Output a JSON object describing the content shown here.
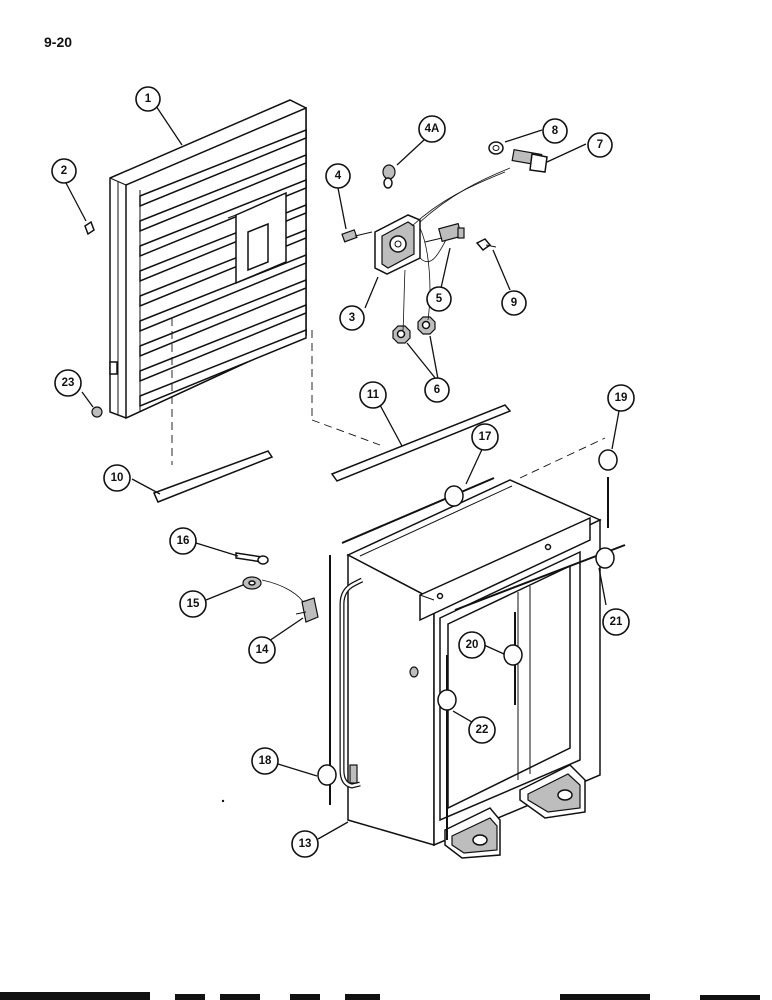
{
  "page": {
    "number": "9-20"
  },
  "callouts": [
    {
      "id": "c1",
      "label": "1"
    },
    {
      "id": "c2",
      "label": "2"
    },
    {
      "id": "c3",
      "label": "3"
    },
    {
      "id": "c4",
      "label": "4"
    },
    {
      "id": "c4a",
      "label": "4A"
    },
    {
      "id": "c5",
      "label": "5"
    },
    {
      "id": "c6",
      "label": "6"
    },
    {
      "id": "c7",
      "label": "7"
    },
    {
      "id": "c8",
      "label": "8"
    },
    {
      "id": "c9",
      "label": "9"
    },
    {
      "id": "c10",
      "label": "10"
    },
    {
      "id": "c11",
      "label": "11"
    },
    {
      "id": "c13",
      "label": "13"
    },
    {
      "id": "c14",
      "label": "14"
    },
    {
      "id": "c15",
      "label": "15"
    },
    {
      "id": "c16",
      "label": "16"
    },
    {
      "id": "c17",
      "label": "17"
    },
    {
      "id": "c18",
      "label": "18"
    },
    {
      "id": "c19",
      "label": "19"
    },
    {
      "id": "c20",
      "label": "20"
    },
    {
      "id": "c21",
      "label": "21"
    },
    {
      "id": "c22",
      "label": "22"
    },
    {
      "id": "c23",
      "label": "23"
    }
  ]
}
